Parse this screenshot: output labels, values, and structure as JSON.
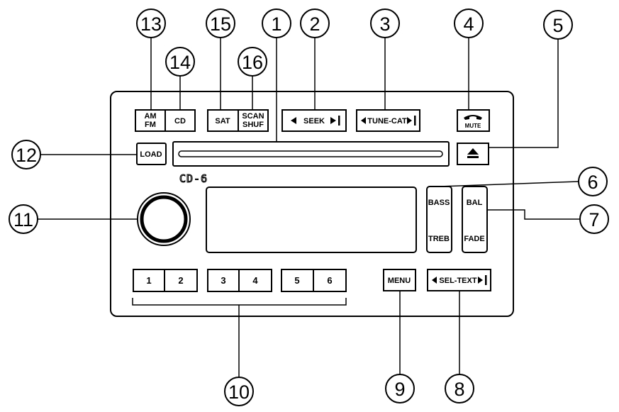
{
  "radio": {
    "model": "CD-6",
    "buttons": {
      "am_fm": [
        "AM",
        "FM"
      ],
      "cd": "CD",
      "sat": "SAT",
      "scan_shuf": [
        "SCAN",
        "SHUF"
      ],
      "seek": "SEEK",
      "tune_cat": "TUNE-CAT",
      "mute": "MUTE",
      "load": "LOAD",
      "bass": "BASS",
      "treb": "TREB",
      "bal": "BAL",
      "fade": "FADE",
      "menu": "MENU",
      "sel_text": "SEL-TEXT",
      "presets": [
        "1",
        "2",
        "3",
        "4",
        "5",
        "6"
      ]
    }
  },
  "callouts": {
    "c1": "1",
    "c2": "2",
    "c3": "3",
    "c4": "4",
    "c5": "5",
    "c6": "6",
    "c7": "7",
    "c8": "8",
    "c9": "9",
    "c10": "10",
    "c11": "11",
    "c12": "12",
    "c13": "13",
    "c14": "14",
    "c15": "15",
    "c16": "16"
  }
}
